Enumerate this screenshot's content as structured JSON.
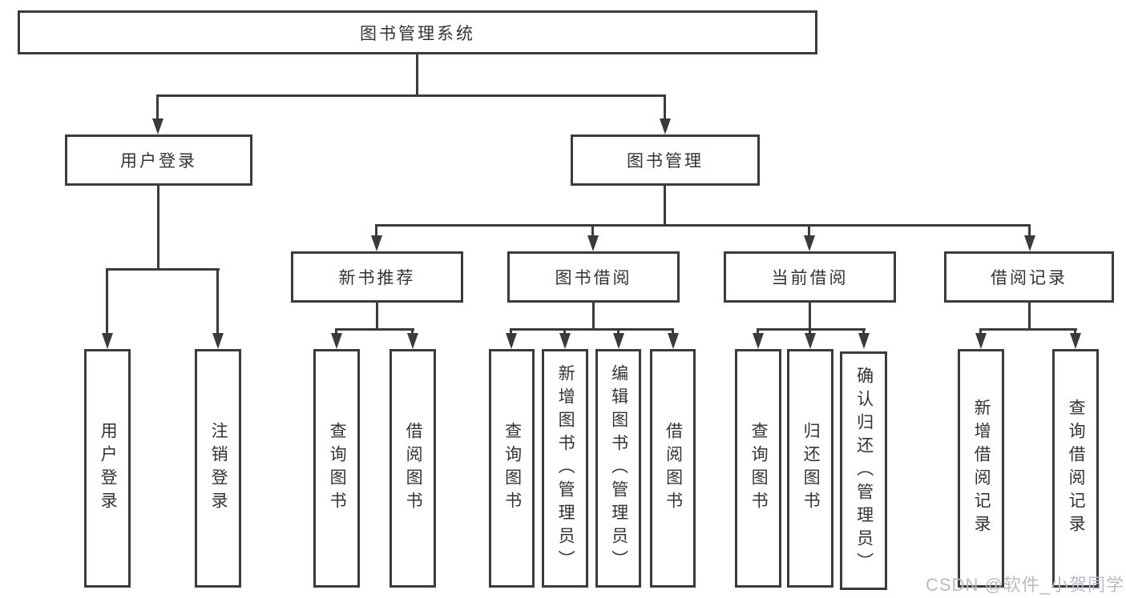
{
  "tree": {
    "label": "图书管理系统",
    "children": [
      {
        "label": "用户登录",
        "children": [
          {
            "label": "用户登录"
          },
          {
            "label": "注销登录"
          }
        ]
      },
      {
        "label": "图书管理",
        "children": [
          {
            "label": "新书推荐",
            "children": [
              {
                "label": "查询图书"
              },
              {
                "label": "借阅图书"
              }
            ]
          },
          {
            "label": "图书借阅",
            "children": [
              {
                "label": "查询图书"
              },
              {
                "label": "新增图书（管理员）"
              },
              {
                "label": "编辑图书（管理员）"
              },
              {
                "label": "借阅图书"
              }
            ]
          },
          {
            "label": "当前借阅",
            "children": [
              {
                "label": "查询图书"
              },
              {
                "label": "归还图书"
              },
              {
                "label": "确认归还（管理员）"
              }
            ]
          },
          {
            "label": "借阅记录",
            "children": [
              {
                "label": "新增借阅记录"
              },
              {
                "label": "查询借阅记录"
              }
            ]
          }
        ]
      }
    ]
  },
  "watermark": "CSDN @软件_小贺同学",
  "colors": {
    "line": "#3b3b3b",
    "text": "#333333",
    "background": "#ffffff",
    "watermark": "#b7bdc7"
  }
}
